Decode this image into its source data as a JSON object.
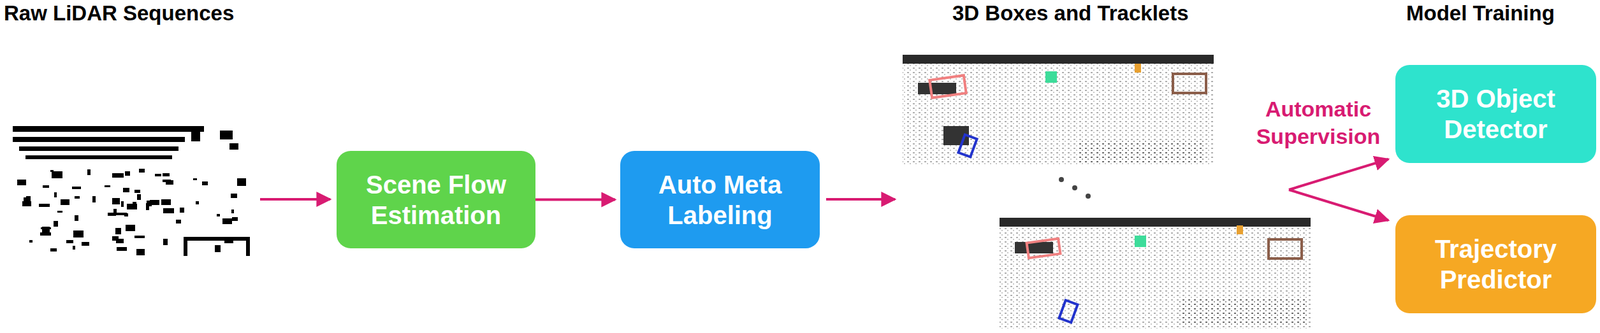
{
  "diagram": {
    "nodes": [
      {
        "text": [
          "Scene Flow Estimation"
        ]
      },
      {
        "text": [
          "Auto Meta Labeling"
        ]
      },
      {
        "text": [
          "3D Object Detector"
        ]
      },
      {
        "text": [
          "Trajectory Predictor"
        ]
      }
    ],
    "edges": [
      {
        "from": 0,
        "to": 1,
        "arrow": "to"
      }
    ],
    "labels": [
      "Raw LiDAR Sequences",
      "3D Boxes and Tracklets",
      "Model Training",
      "Automatic Supervision"
    ]
  }
}
